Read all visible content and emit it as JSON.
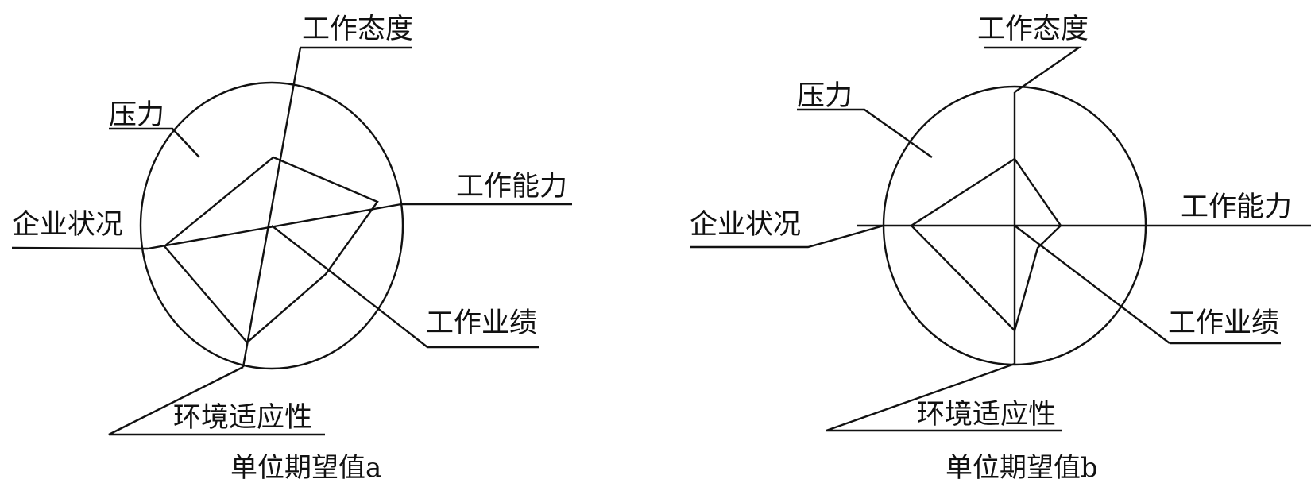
{
  "diagrams": [
    {
      "caption": "单位期望值a",
      "labels": {
        "attitude": "工作态度",
        "pressure": "压力",
        "ability": "工作能力",
        "company": "企业状况",
        "performance": "工作业绩",
        "adaptability": "环境适应性"
      }
    },
    {
      "caption": "单位期望值b",
      "labels": {
        "attitude": "工作态度",
        "pressure": "压力",
        "ability": "工作能力",
        "company": "企业状况",
        "performance": "工作业绩",
        "adaptability": "环境适应性"
      }
    }
  ],
  "colors": {
    "line": "#111111",
    "background": "#ffffff"
  }
}
